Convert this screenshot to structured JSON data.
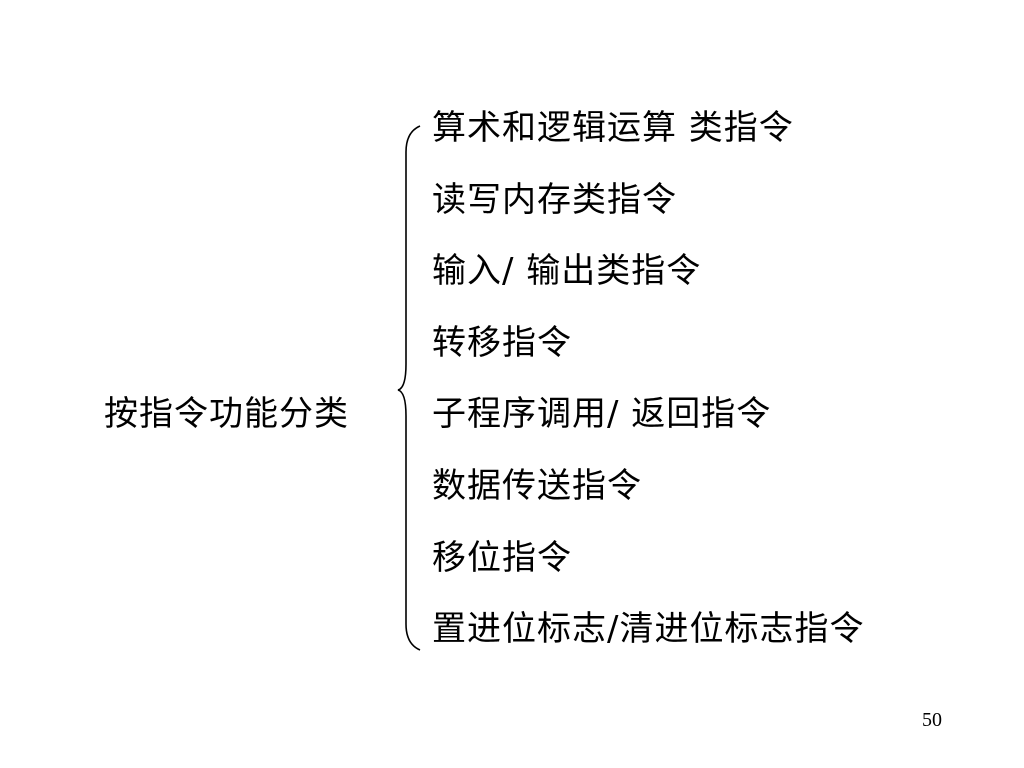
{
  "slide": {
    "root_label": "按指令功能分类",
    "items": [
      "算术和逻辑运算 类指令",
      "读写内存类指令",
      "输入/ 输出类指令",
      "转移指令",
      "子程序调用/ 返回指令",
      "数据传送指令",
      "移位指令",
      "置进位标志/清进位标志指令"
    ],
    "page_number": "50"
  }
}
